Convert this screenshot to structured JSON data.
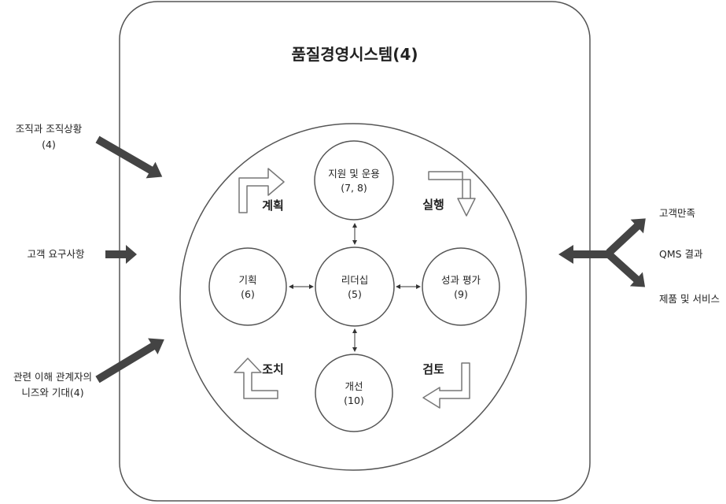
{
  "title": "품질경영시스템(4)",
  "inputs": {
    "context": [
      "조직과 조직상황",
      "(4)"
    ],
    "customer_requirements": "고객 요구사항",
    "interested_parties": [
      "관련 이해 관계자의",
      "니즈와 기대(4)"
    ]
  },
  "outputs": {
    "satisfaction": "고객만족",
    "qms_results": "QMS 결과",
    "products_services": "제품 및 서비스"
  },
  "nodes": {
    "support": [
      "지원 및 운용",
      "(7, 8)"
    ],
    "planning": [
      "기획",
      "(6)"
    ],
    "leadership": [
      "리더십",
      "(5)"
    ],
    "evaluation": [
      "성과 평가",
      "(9)"
    ],
    "improvement": [
      "개선",
      "(10)"
    ]
  },
  "phases": {
    "plan": "계획",
    "do": "실행",
    "check": "검토",
    "act": "조치"
  }
}
